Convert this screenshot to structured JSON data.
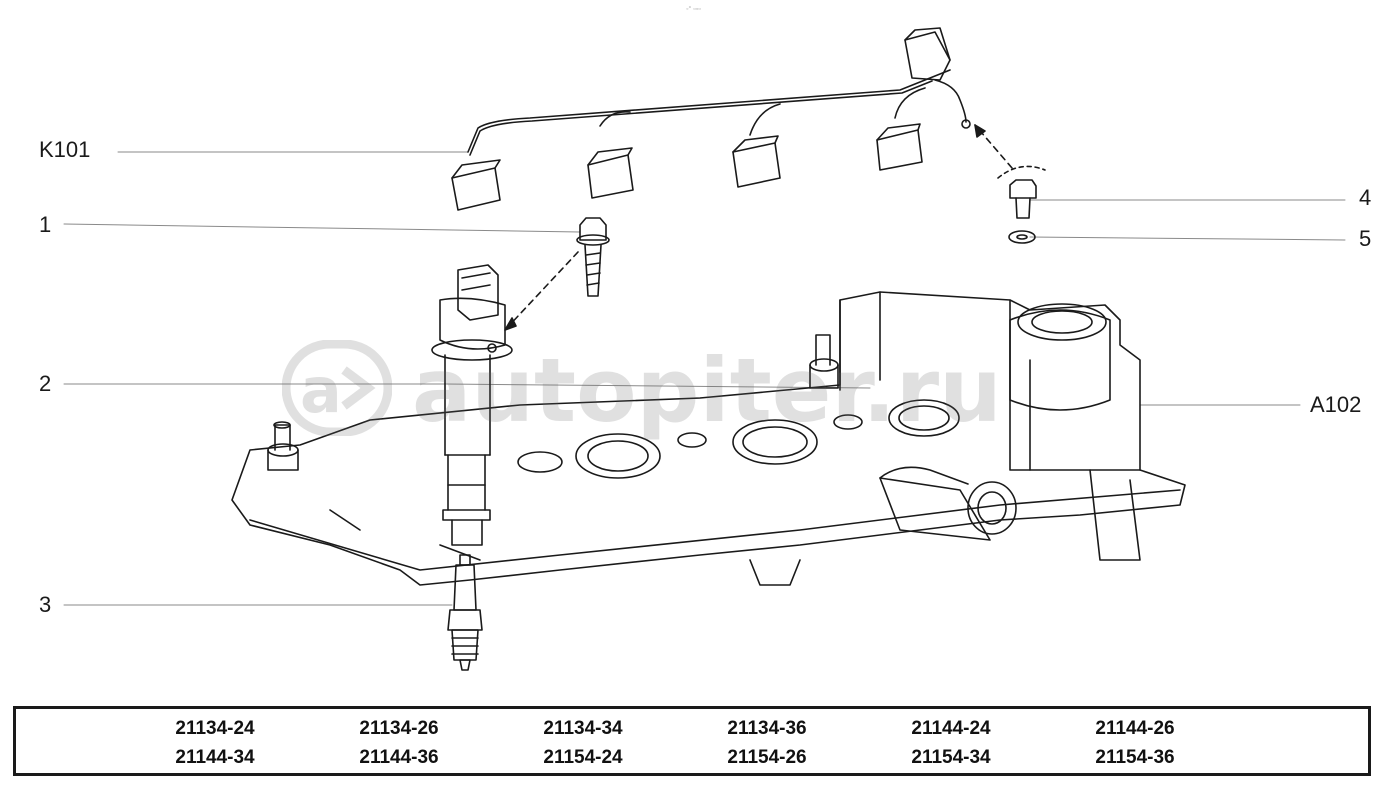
{
  "callouts": {
    "k101": "K101",
    "p1": "1",
    "p2": "2",
    "p3": "3",
    "p4": "4",
    "p5": "5",
    "a102": "A102"
  },
  "watermark": {
    "text": "autopiter.ru"
  },
  "top_mark": "◦° ▫▫▫",
  "models": {
    "row1": [
      "21134-24",
      "21134-26",
      "21134-34",
      "21134-36",
      "21144-24",
      "21144-26"
    ],
    "row2": [
      "21144-34",
      "21144-36",
      "21154-24",
      "21154-26",
      "21154-34",
      "21154-36"
    ]
  },
  "colors": {
    "line": "#1a1a1a",
    "leader": "#8a8a8a",
    "watermark": "#6a6a6a"
  }
}
